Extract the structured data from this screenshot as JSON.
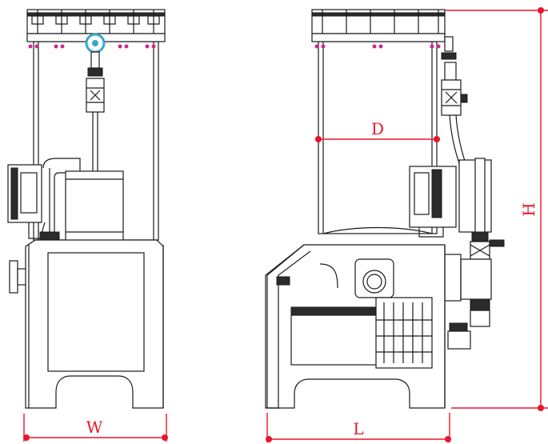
{
  "dimensions": {
    "width_label": "W",
    "diameter_label": "D",
    "height_label": "H",
    "length_label": "L"
  },
  "colors": {
    "dimension": "#e8152b",
    "linework": "#1a1a1a",
    "background": "#ffffff",
    "bolt_accent": "#cc2a8a",
    "gauge_accent": "#3aa6c8"
  }
}
